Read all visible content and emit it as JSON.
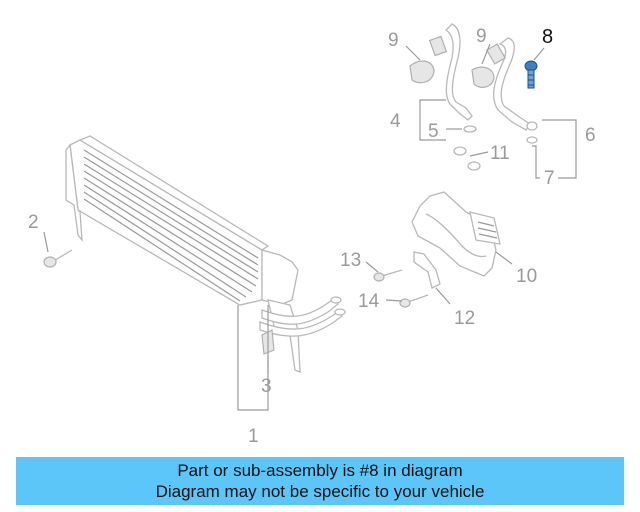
{
  "callouts": {
    "c1": "1",
    "c2": "2",
    "c3": "3",
    "c4": "4",
    "c5": "5",
    "c6": "6",
    "c7": "7",
    "c8": "8",
    "c9a": "9",
    "c9b": "9",
    "c10": "10",
    "c11": "11",
    "c12": "12",
    "c13": "13",
    "c14": "14"
  },
  "highlighted_callout": "8",
  "banner": {
    "line1": "Part or sub-assembly is #8 in diagram",
    "line2": "Diagram may not be specific to your vehicle"
  },
  "colors": {
    "banner_bg": "#5bc6f7",
    "part_gray": "#b8b8b8",
    "label_gray": "#9a9a9a",
    "highlight_part": "#3b7fc4",
    "active_label": "#111111"
  }
}
